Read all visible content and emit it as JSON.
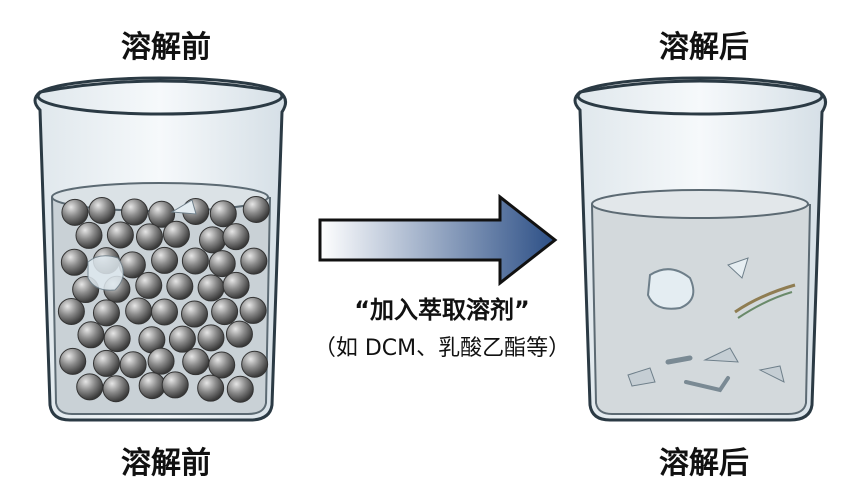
{
  "labels": {
    "left_top": "溶解前",
    "right_top": "溶解后",
    "left_bottom": "溶解前",
    "right_bottom": "溶解后"
  },
  "arrow": {
    "line1": "“加入萃取溶剂”",
    "line2": "（如 DCM、乳酸乙酯等）"
  }
}
